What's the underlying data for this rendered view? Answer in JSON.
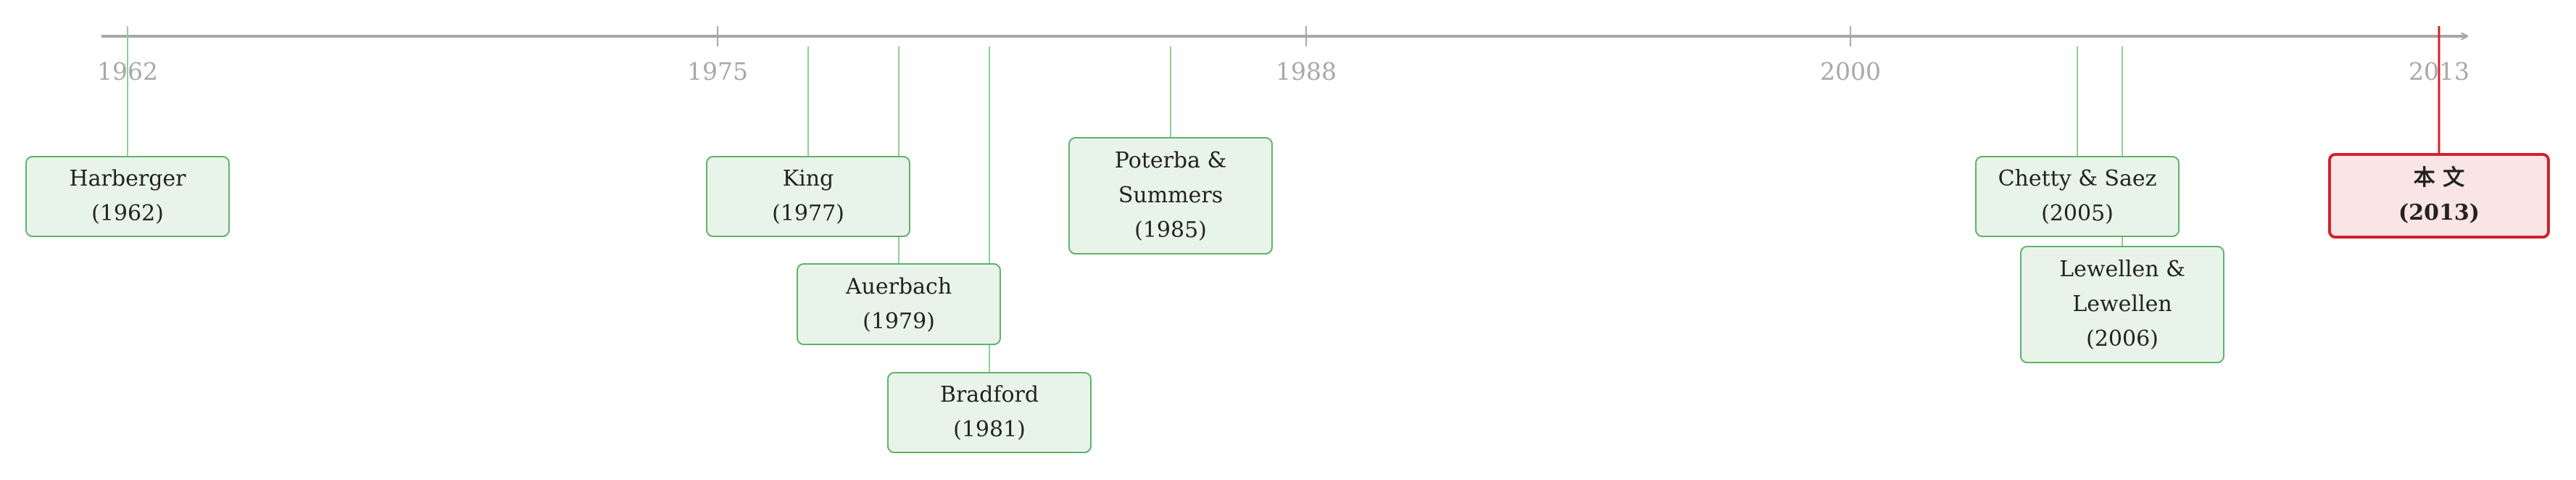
{
  "timeline": {
    "axis_color": "#a8a8a8",
    "connector_color": "#8fcf96",
    "highlight_color": "#d0222b",
    "ticks": [
      "1962",
      "1975",
      "1988",
      "2000",
      "2013"
    ]
  },
  "events": [
    {
      "id": "harberger",
      "title": "Harberger",
      "year": "(1962)"
    },
    {
      "id": "king",
      "title": "King",
      "year": "(1977)"
    },
    {
      "id": "auerbach",
      "title": "Auerbach",
      "year": "(1979)"
    },
    {
      "id": "bradford",
      "title": "Bradford",
      "year": "(1981)"
    },
    {
      "id": "poterba",
      "title": "Poterba &\nSummers",
      "year": "(1985)"
    },
    {
      "id": "chetty",
      "title": "Chetty & Saez",
      "year": "(2005)"
    },
    {
      "id": "lewellen",
      "title": "Lewellen &\nLewellen",
      "year": "(2006)"
    },
    {
      "id": "this-paper",
      "title": "本 文",
      "year": "(2013)",
      "highlight": true
    }
  ]
}
